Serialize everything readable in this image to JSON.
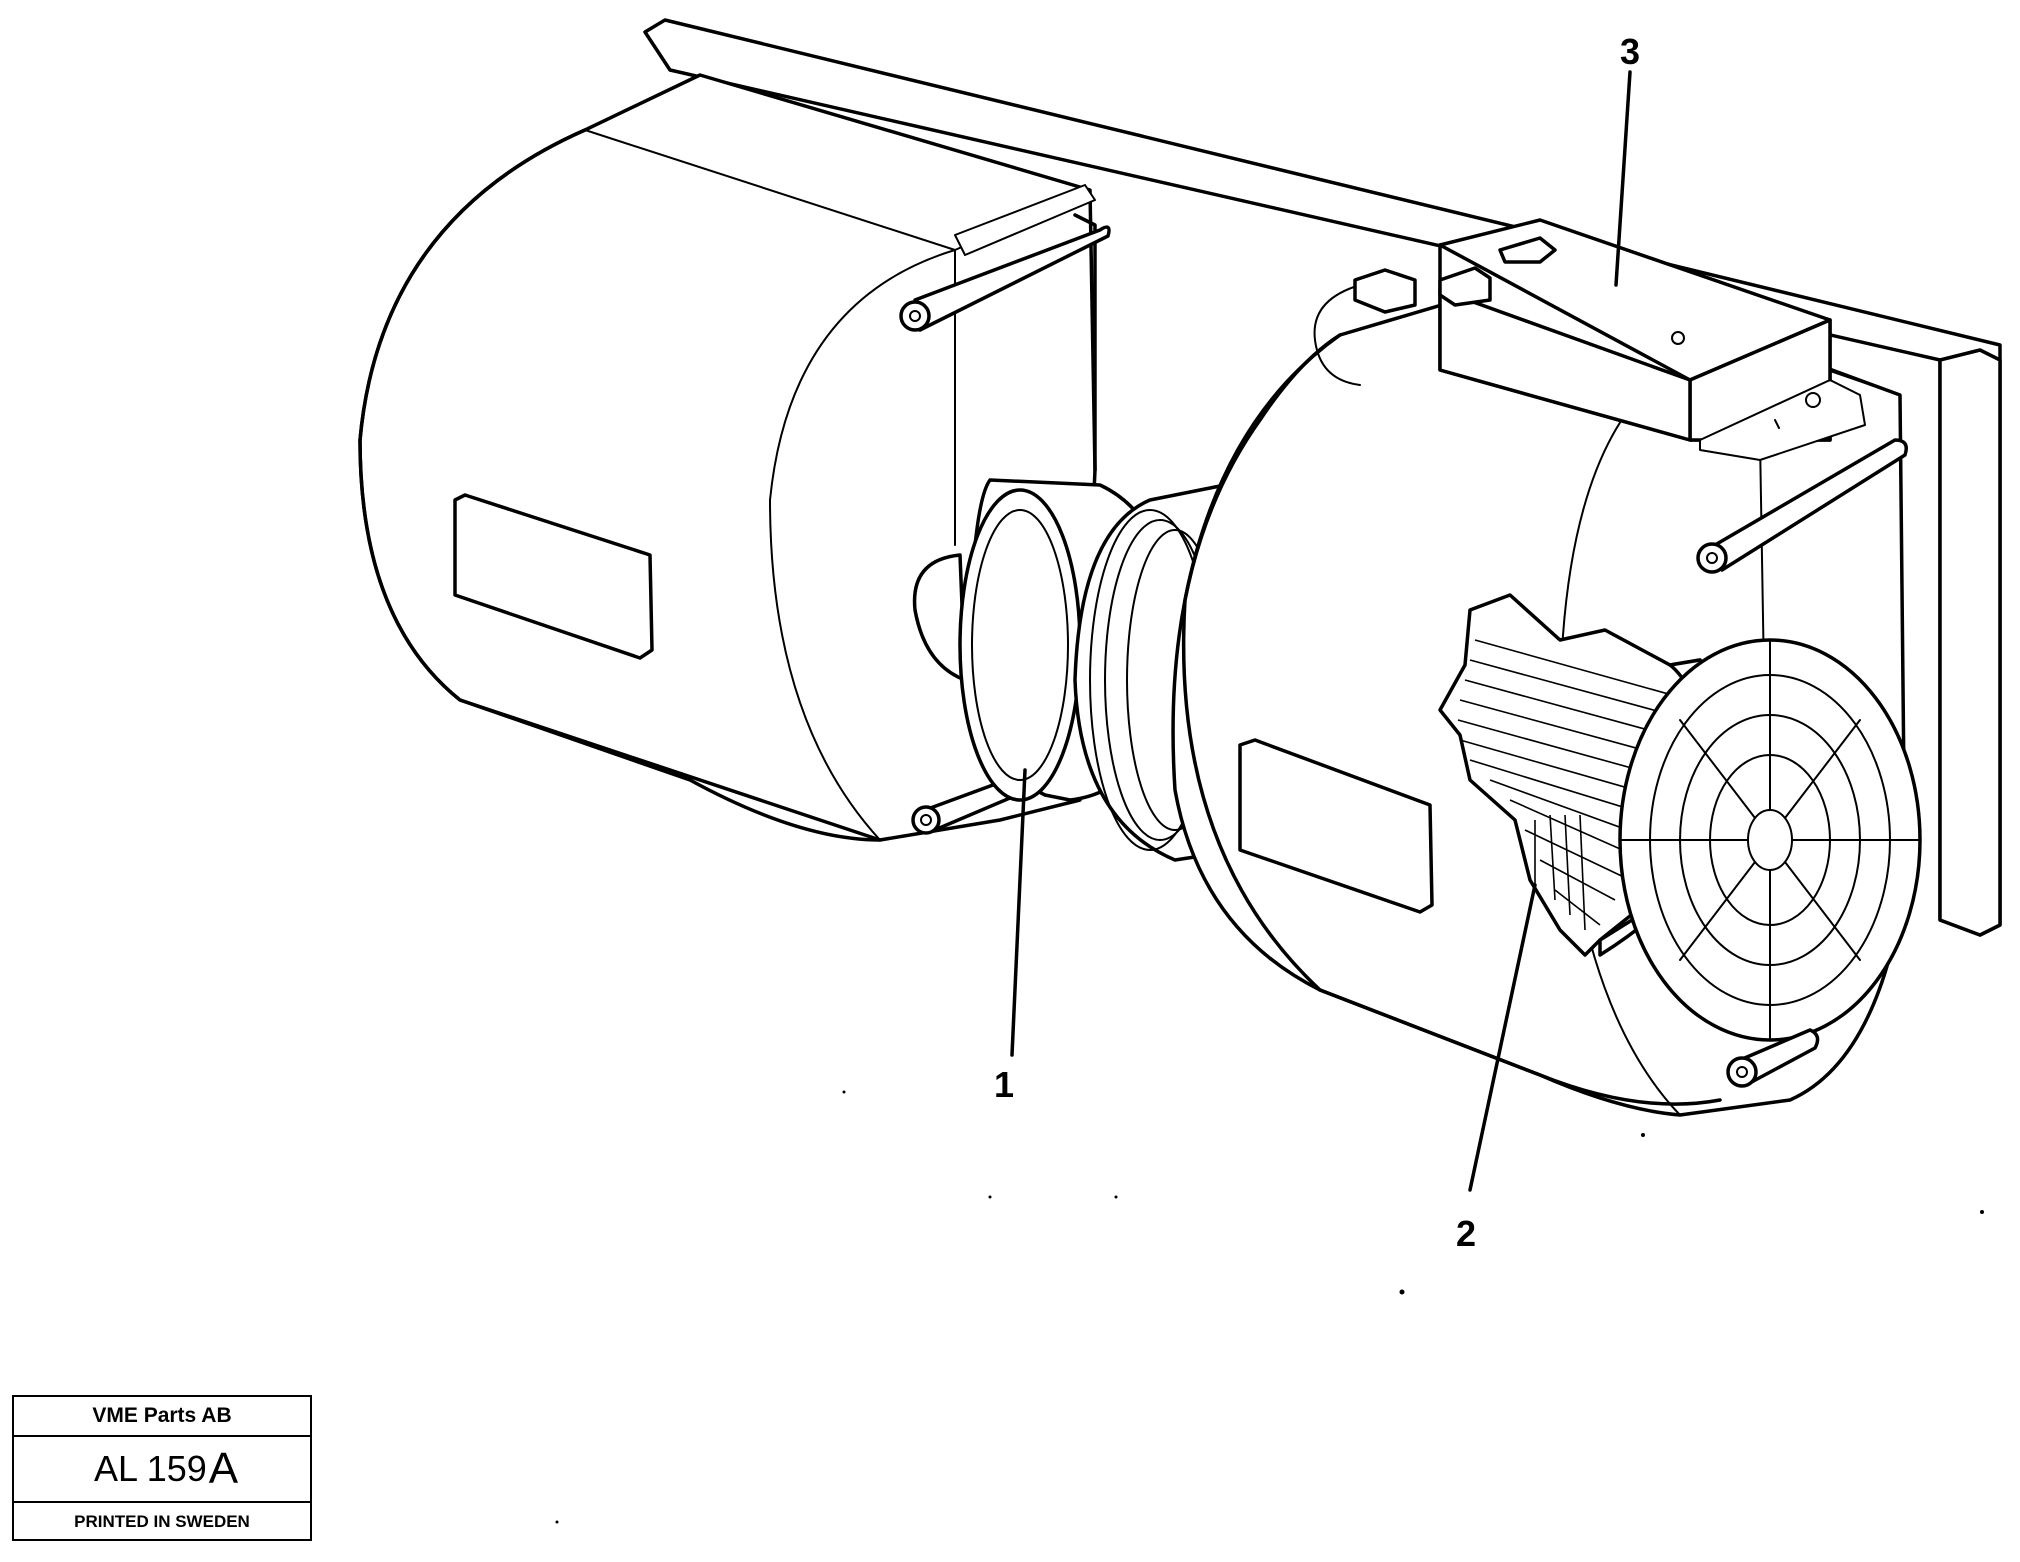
{
  "callouts": {
    "c1": "1",
    "c2": "2",
    "c3": "3"
  },
  "title_block": {
    "company": "VME Parts AB",
    "drawing_number": "AL 159",
    "revision": "A",
    "footer": "PRINTED IN SWEDEN"
  }
}
